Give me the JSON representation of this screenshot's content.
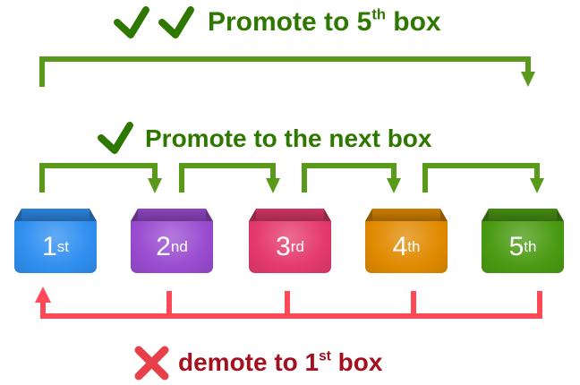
{
  "top_label": {
    "prefix": "Promote to 5",
    "sup": "th",
    "suffix": " box",
    "icon": "double-check-icon"
  },
  "middle_label": {
    "text": "Promote to the next box",
    "icon": "check-icon"
  },
  "bottom_label": {
    "prefix": "demote to 1",
    "sup": "st",
    "suffix": " box",
    "icon": "cross-icon"
  },
  "boxes": [
    {
      "num": "1",
      "sup": "st",
      "color": "#2f8ff0"
    },
    {
      "num": "2",
      "sup": "nd",
      "color": "#9a4cd0"
    },
    {
      "num": "3",
      "sup": "rd",
      "color": "#e43a6c"
    },
    {
      "num": "4",
      "sup": "th",
      "color": "#e08a00"
    },
    {
      "num": "5",
      "sup": "th",
      "color": "#4a9a12"
    }
  ],
  "colors": {
    "promote_arrow": "#5a9a1a",
    "promote_text": "#2f7800",
    "demote_arrow": "#ff4a55",
    "demote_text": "#a3101f"
  }
}
